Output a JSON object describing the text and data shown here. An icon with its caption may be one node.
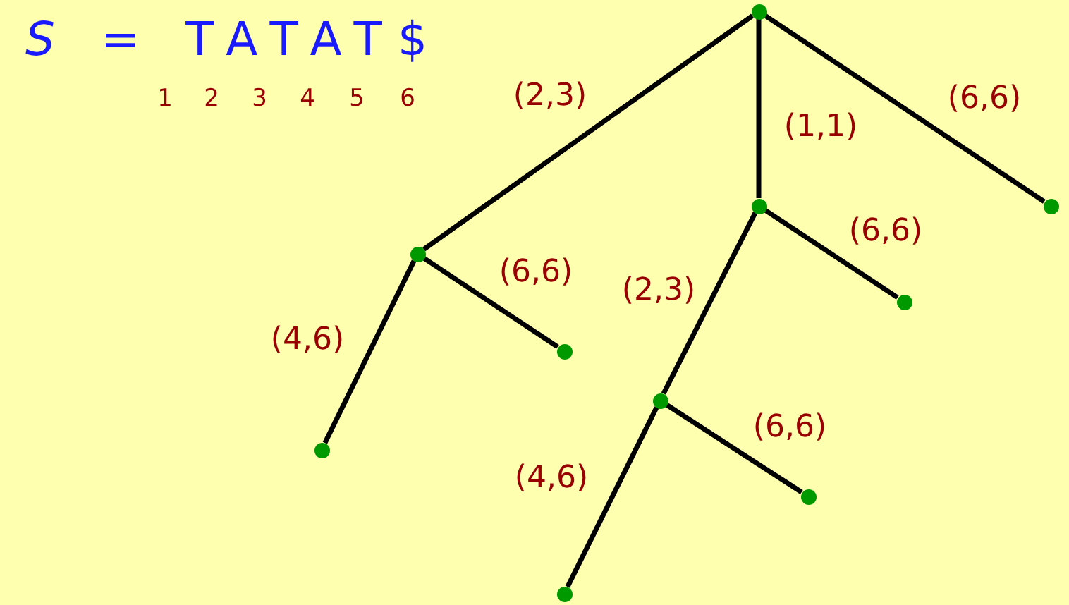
{
  "diagram": {
    "nodes": [
      {
        "text": [],
        "shape": "circle"
      },
      {
        "text": [],
        "shape": "circle"
      },
      {
        "text": [],
        "shape": "circle"
      },
      {
        "text": [],
        "shape": "circle"
      },
      {
        "text": [],
        "shape": "circle"
      },
      {
        "text": [],
        "shape": "circle"
      },
      {
        "text": [],
        "shape": "circle"
      },
      {
        "text": [],
        "shape": "circle"
      },
      {
        "text": [],
        "shape": "circle"
      },
      {
        "text": [],
        "shape": "circle"
      }
    ],
    "edges": [
      {
        "from": 0,
        "to": 1,
        "arrow": "none",
        "label": "(2,3)"
      },
      {
        "from": 0,
        "to": 2,
        "arrow": "none",
        "label": "(1,1)"
      },
      {
        "from": 0,
        "to": 3,
        "arrow": "none",
        "label": "(6,6)"
      },
      {
        "from": 1,
        "to": 4,
        "arrow": "none",
        "label": "(4,6)"
      },
      {
        "from": 1,
        "to": 5,
        "arrow": "none",
        "label": "(6,6)"
      },
      {
        "from": 2,
        "to": 6,
        "arrow": "none",
        "label": "(2,3)"
      },
      {
        "from": 2,
        "to": 7,
        "arrow": "none",
        "label": "(6,6)"
      },
      {
        "from": 6,
        "to": 8,
        "arrow": "none",
        "label": "(4,6)"
      },
      {
        "from": 6,
        "to": 9,
        "arrow": "none",
        "label": "(6,6)"
      }
    ],
    "labels": [
      "*S* = TATAT$",
      "1",
      "2",
      "3",
      "4",
      "5",
      "6"
    ]
  }
}
